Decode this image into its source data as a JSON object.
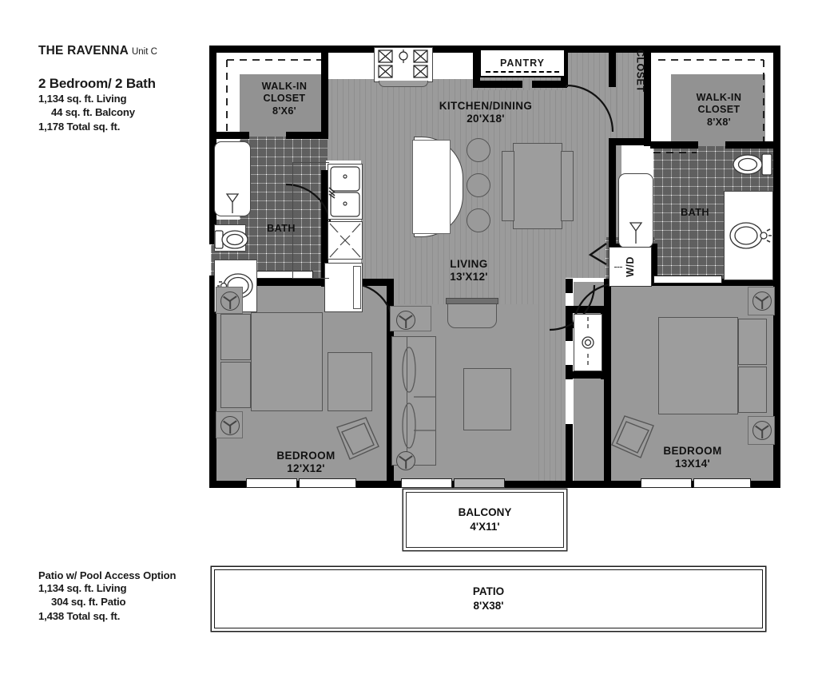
{
  "header": {
    "plan_name": "THE RAVENNA",
    "unit": "Unit C",
    "bed_bath": "2 Bedroom/ 2 Bath",
    "living_sqft": "1,134 sq. ft. Living",
    "balcony_sqft": "44 sq. ft. Balcony",
    "total_sqft": "1,178 Total sq. ft."
  },
  "patio_option": {
    "heading": "Patio w/ Pool Access Option",
    "living_sqft": "1,134 sq. ft. Living",
    "patio_sqft": "304 sq. ft. Patio",
    "total_sqft": "1,438 Total sq. ft."
  },
  "rooms": {
    "walk_in_closet_left": {
      "name": "WALK-IN CLOSET",
      "line1": "WALK-IN",
      "line2": "CLOSET",
      "dim": "8'X6'"
    },
    "walk_in_closet_right": {
      "name": "WALK-IN CLOSET",
      "line1": "WALK-IN",
      "line2": "CLOSET",
      "dim": "8'X8'"
    },
    "bath_left": {
      "name": "BATH",
      "dim": ""
    },
    "bath_right": {
      "name": "BATH",
      "dim": ""
    },
    "kitchen_dining": {
      "name": "KITCHEN/DINING",
      "dim": "20'X18'"
    },
    "living": {
      "name": "LIVING",
      "dim": "13'X12'"
    },
    "bedroom_left": {
      "name": "BEDROOM",
      "dim": "12'X12'"
    },
    "bedroom_right": {
      "name": "BEDROOM",
      "dim": "13X14'"
    },
    "pantry": {
      "name": "PANTRY"
    },
    "closet_hall": {
      "name": "CLOSET"
    },
    "laundry": {
      "name": "W/D"
    },
    "balcony": {
      "name": "BALCONY",
      "dim": "4'X11'"
    },
    "patio": {
      "name": "PATIO",
      "dim": "8'X38'"
    }
  },
  "colors": {
    "wall": "#000000",
    "room_fill": "#999999",
    "closet_fill": "#929292",
    "tile_fill": "#9c9c9c",
    "paper": "#ffffff",
    "text": "#111111"
  }
}
